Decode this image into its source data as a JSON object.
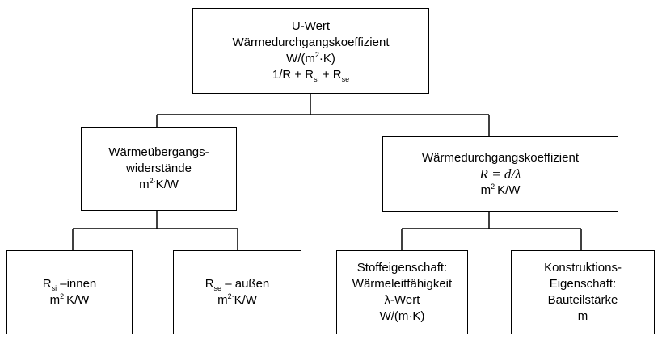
{
  "root": {
    "title": "U-Wert",
    "name": "Wärmedurchgangskoeffizient",
    "unit_a": "W/(m",
    "unit_sup": "2",
    "unit_b": "·K)",
    "formula_a": "1/R + R",
    "formula_sub1": "si",
    "formula_b": " + R",
    "formula_sub2": "se"
  },
  "left": {
    "line1": "Wärmeübergangs-",
    "line2": "widerstände",
    "unit_a": "m",
    "unit_sup": "2·",
    "unit_b": "K/W"
  },
  "right": {
    "line1": "Wärmedurchgangskoeffizient",
    "formula": "R = d/λ",
    "unit_a": "m",
    "unit_sup": "2·",
    "unit_b": "K/W"
  },
  "left_left": {
    "label_a": "R",
    "label_sub": "si",
    "label_b": " –innen",
    "unit_a": "m",
    "unit_sup": "2·",
    "unit_b": "K/W"
  },
  "left_right": {
    "label_a": "R",
    "label_sub": "se",
    "label_b": " – außen",
    "unit_a": "m",
    "unit_sup": "2·",
    "unit_b": "K/W"
  },
  "right_left": {
    "line1": "Stoffeigenschaft:",
    "line2": "Wärmeleitfähigkeit",
    "line3": "λ-Wert",
    "line4": "W/(m·K)"
  },
  "right_right": {
    "line1": "Konstruktions-",
    "line2": "Eigenschaft:",
    "line3": "Bauteilstärke",
    "line4": "m"
  },
  "colors": {
    "stroke": "#000000",
    "background": "#ffffff"
  }
}
